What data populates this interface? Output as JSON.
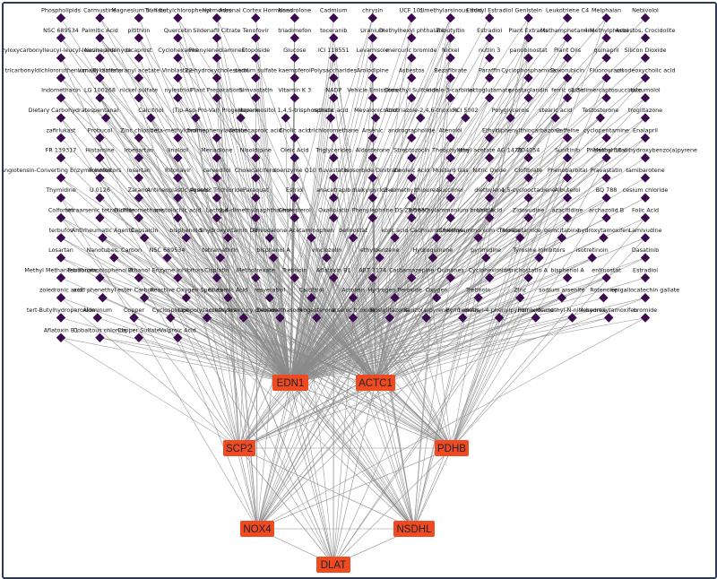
{
  "colors": {
    "gene_fill": "#f04a23",
    "gene_text": "#222222",
    "drug_fill": "#3d0b4f",
    "edge": "#8a8a8a",
    "border": "#2c3a55"
  },
  "genes": [
    {
      "id": "EDN1",
      "label": "EDN1"
    },
    {
      "id": "ACTC1",
      "label": "ACTC1"
    },
    {
      "id": "SCP2",
      "label": "SCP2"
    },
    {
      "id": "PDHB",
      "label": "PDHB"
    },
    {
      "id": "NOX4",
      "label": "NOX4"
    },
    {
      "id": "NSDHL",
      "label": "NSDHL"
    },
    {
      "id": "DLAT",
      "label": "DLAT"
    }
  ],
  "drug_rows": [
    [
      "Phospholipids",
      "Carmustine",
      "Magnesium Sulfate",
      "Tri-n-butylchlorophenyl",
      "Hormones",
      "Adrenal Cortex Hormones",
      "Nandrolone",
      "Cadmium",
      "chrysin",
      "UCF 101",
      "dimethylarsinous acid",
      "Ethinyl Estradiol",
      "Genistein",
      "Leukotriene C4",
      "Melphalan",
      "Nebivolol"
    ],
    [
      "NSC 689534",
      "Palmitic Acid",
      "pitithrin",
      "Quercetin",
      "Sildenafil Citrate",
      "Tenofovir",
      "triadimefon",
      "toceranib",
      "Uranium",
      "Diethylhexyl phthalate",
      "Tributyltin",
      "Estradiol",
      "Plant Extracts",
      "Methamphetamine",
      "4-Methylphenol",
      "Asbestos, Crocidolite"
    ],
    [
      "benzyloxycarbonylleucyl-leucyl-leucine aldehyde",
      "Nevirapine",
      "cicaprost",
      "Cyclohexanes",
      "Phenylenediamines",
      "Etoposide",
      "Glucose",
      "ICI 118551",
      "Levamisole",
      "mercuric bromide",
      "Nickel",
      "nutlin 3",
      "panobinostat",
      "Plant Oils",
      "quinapril",
      "Silicon Dioxide"
    ],
    [
      "tricarbonyldichlororuthenium (II) dimer",
      "vanadyl sulfate",
      "uranyl acetate",
      "Vinblastine",
      "22-hydroxycholesterol",
      "sodium sulfate",
      "kaempferol",
      "Polysaccharides",
      "Amlodipine",
      "Asbestos",
      "Bezafibrate",
      "Paraffin",
      "Cyclophosphamide",
      "Doxorubicin",
      "Fluorouracil",
      "ursodeoxycholic acid"
    ],
    [
      "Indomethacin",
      "LG 100268",
      "nickel sulfate",
      "nylestriol",
      "Plant Preparations",
      "Simvastatin",
      "Vitamin K 3",
      "NADP",
      "Vehicle Emissions",
      "Dimethyl Sulfoxide",
      "indole-3-carbinol",
      "lactoglutamate",
      "prostaglandin",
      "ferric oxide",
      "2,3-dimercaptosuccinate",
      "bucumolol"
    ],
    [
      "Dietary Carbohydrates",
      "pentanal",
      "Calcitriol",
      "(Tip-Asp-Pro-Val)",
      "Progesterone",
      "Heparinositol 1,4,5-trisphosphate",
      "retinoic acid",
      "Mevalonic Acid",
      "nitrotriazole-2,4,6-trioxide",
      "PCI 5002",
      "Polyglycerols",
      "stearic acid",
      "Testosterone",
      "troglitazone"
    ],
    [
      "zafirlukast",
      "Probucol",
      "Zinc chloride",
      "beta-methylcholine",
      "bromophenylacetate",
      "Aminocaproic acid",
      "Cholic acid",
      "trichloromethane",
      "Arsenic",
      "andrographolide",
      "Atenolol",
      "Ethyl",
      "diphenylthiocarbazone",
      "Caffeine",
      "cyclopentamine",
      "Enalapril"
    ],
    [
      "FR 139317",
      "Histamine",
      "irbesartan",
      "linalool",
      "Menadione",
      "Nisoldipine",
      "Oleic Acid",
      "Triglycerides",
      "Aldosterone",
      "Streptozocin",
      "Theophylline",
      "ethyl acetate AG 1478",
      "ZD4054",
      "Sunitinib",
      "Phenobarbital",
      "Methyl 10-dihydroxybenzo(a)pyrene"
    ],
    [
      "Angiotensin-Converting Enzyme Inhibitors",
      "Fonofos",
      "losartan",
      "Ritonavir",
      "carvedilol",
      "Cholecalciferol",
      "coenzyme Q10",
      "fluvastatin",
      "Isosorbide Dinitrate",
      "Linoleic Acid",
      "Mustard Gas",
      "Nitric Oxide",
      "Clofibrate",
      "Phenobarbital",
      "Pravastatin",
      "tamibarotene"
    ],
    [
      "Thymidine",
      "U 0126",
      "Zaranol",
      "Antineoplastic Agents",
      "Arsenic Trichloride",
      "Paraquat",
      "Estriol",
      "anacetrapib",
      "dialkylpyridine",
      "3-dimethylthiourea",
      "Succimer",
      "diethylene",
      "1,5-cyclooctadiene",
      "Albuterol",
      "BQ 788",
      "cesium chloride"
    ],
    [
      "Colforsin",
      "tetraarsenic tetrasulfide",
      "Dichloromethane",
      "aristolochic acid",
      "Lactose",
      "1,4-dimethylnaphthalene",
      "Cholesterol",
      "Oxaliplatin",
      "Phenylephrine",
      "DS 23-5630",
      "Tetraethylammonium bromide",
      "Uric Acid",
      "Zidovudine",
      "azacitidine",
      "archazolid B",
      "Folic Acid"
    ],
    [
      "terbufos",
      "Antirheumatic Agents",
      "Capsaicin",
      "bisphenol S",
      "dihydroxyvitamin D3",
      "Amiodarone",
      "Acetaminophen",
      "belinostat",
      "kojic acid",
      "Cadmium Chloride",
      "dimethylammonium chloride",
      "Thioacetamide",
      "gemcitabine",
      "hydroxytamoxifen",
      "Lamivudine"
    ],
    [
      "Losartan",
      "Nanotubes, Carbon",
      "NSC 689534",
      "tetramethrin",
      "bisphenol A",
      "vinclozolin",
      "ethylbenzene",
      "Hydroquinone",
      "pyrimidine",
      "Tyrosine Inhibitors",
      "isotretinoin",
      "Dasatinib"
    ],
    [
      "Methyl Methanesulfonate",
      "Tetrabromobisphenol A",
      "Ethanol",
      "Enzyme Inhibitors",
      "Cisplatin",
      "Methotrexate",
      "Tretinoin",
      "Aflatoxin B1",
      "ABT 7174",
      "Carbamazepine",
      "Quinones",
      "Cycloheximide",
      "trichostatin A",
      "bisphenol A",
      "entinostat",
      "Estradiol"
    ],
    [
      "zoledronic acid",
      "acid phenethyl ester",
      "Carbon",
      "Reactive Oxygen Species",
      "Glutamic Acid",
      "resveratrol",
      "Calcitriol",
      "Acrolein",
      "Hydrogen Peroxide",
      "Oxygen",
      "Tretinoin",
      "Zinc",
      "sodium arsenite",
      "Rotenone",
      "epigallocatechin gallate"
    ],
    [
      "tert-Butylhydroperoxide",
      "Aluminum",
      "Copper",
      "Cyclosporine",
      "Lipopolysaccharides",
      "methylmercury chloride",
      "Dexamethasone",
      "Progesterone",
      "arsenic trioxide",
      "Rosiglitazone",
      "Benzo(a)pyrene",
      "Pyrimidines",
      "1-methyl-4-phenylpyridinium",
      "Pirinixic acid",
      "N-methyl-N-nitrosourea",
      "4-hydroxytamoxifen",
      "bromide"
    ],
    [
      "Aflatoxin B1",
      "Cobaltous chloride",
      "Copper Sulfate",
      "Valproic Acid"
    ]
  ]
}
